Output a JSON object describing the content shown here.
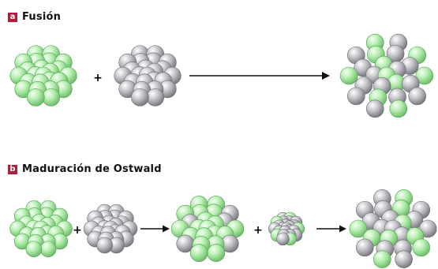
{
  "panels": [
    {
      "letter": "a",
      "title": "Fusión"
    },
    {
      "letter": "b",
      "title": "Maduración de Ostwald"
    }
  ],
  "operators": {
    "plus": "+"
  },
  "colors": {
    "badge": "#b01e3b",
    "green": "#a9e7a3",
    "green_edge": "#4f9f4f",
    "gray": "#b8b8bd",
    "gray_edge": "#6b6b71",
    "arrow": "#111111"
  }
}
